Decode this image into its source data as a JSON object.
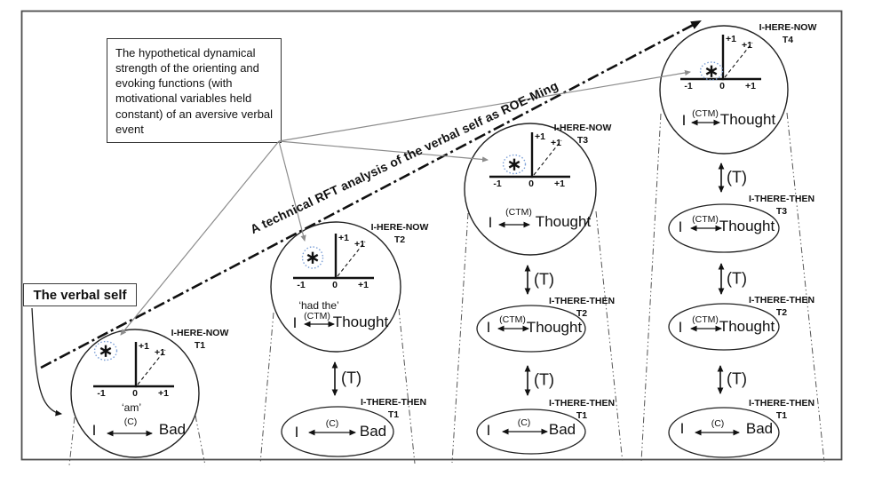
{
  "figure": {
    "annotation": "The hypothetical dynamical strength of the orienting and evoking functions (with motivational variables held constant) of an aversive verbal event",
    "verbal_self": "The verbal self",
    "diagonal_title": "A technical RFT analysis of the verbal self as ROE-Ming"
  },
  "axis": {
    "plus": "+1",
    "minus": "-1",
    "zero": "0",
    "asterisk": "∗"
  },
  "labels": {
    "t": "(T)"
  },
  "columns": [
    {
      "circle": {
        "context": "I-HERE-NOW",
        "time": "T1",
        "quote": "‘am’",
        "relation": "(C)",
        "left": "I",
        "right": "Bad"
      },
      "stack": []
    },
    {
      "circle": {
        "context": "I-HERE-NOW",
        "time": "T2",
        "quote": "‘had the’",
        "relation": "(CTM)",
        "left": "I",
        "right": "Thought"
      },
      "stack": [
        {
          "context": "I-THERE-THEN",
          "time": "T1",
          "relation": "(C)",
          "left": "I",
          "right": "Bad"
        }
      ]
    },
    {
      "circle": {
        "context": "I-HERE-NOW",
        "time": "T3",
        "quote": "",
        "relation": "(CTM)",
        "left": "I",
        "right": "Thought"
      },
      "stack": [
        {
          "context": "I-THERE-THEN",
          "time": "T2",
          "relation": "(CTM)",
          "left": "I",
          "right": "Thought"
        },
        {
          "context": "I-THERE-THEN",
          "time": "T1",
          "relation": "(C)",
          "left": "I",
          "right": "Bad"
        }
      ]
    },
    {
      "circle": {
        "context": "I-HERE-NOW",
        "time": "T4",
        "quote": "",
        "relation": "(CTM)",
        "left": "I",
        "right": "Thought"
      },
      "stack": [
        {
          "context": "I-THERE-THEN",
          "time": "T3",
          "relation": "(CTM)",
          "left": "I",
          "right": "Thought"
        },
        {
          "context": "I-THERE-THEN",
          "time": "T2",
          "relation": "(CTM)",
          "left": "I",
          "right": "Thought"
        },
        {
          "context": "I-THERE-THEN",
          "time": "T1",
          "relation": "(C)",
          "left": "I",
          "right": "Bad"
        }
      ]
    }
  ],
  "colors": {
    "asterisk_ring": "#7b9fd6",
    "fan_arrow": "#8c8c8c",
    "line": "#111111"
  }
}
